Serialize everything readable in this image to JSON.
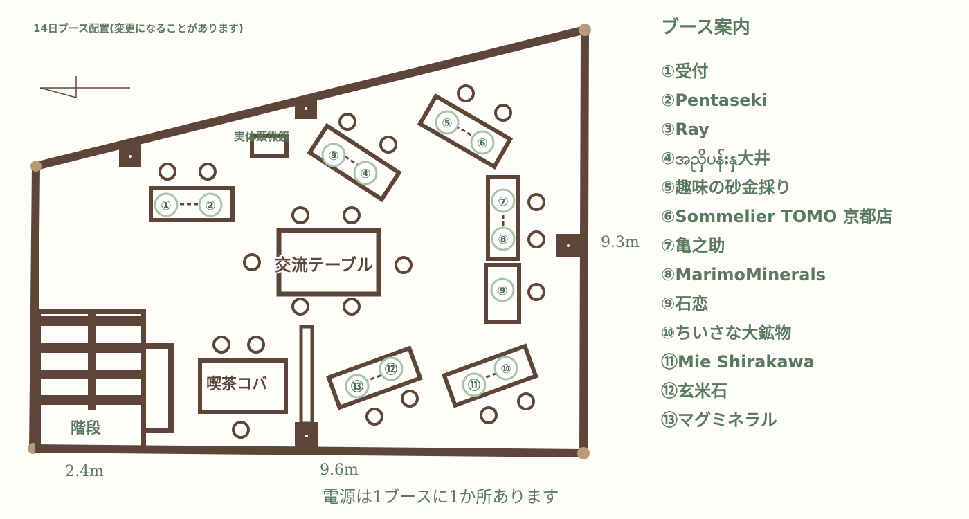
{
  "page_title": "14日ブース配置(変更になることがあります)",
  "guide": {
    "title": "ブース案内",
    "items": [
      {
        "num": "①",
        "name": "受付"
      },
      {
        "num": "②",
        "name": "Pentaseki"
      },
      {
        "num": "③",
        "name": "Ray"
      },
      {
        "num": "④",
        "name": "အညှိပန်းနှ大井"
      },
      {
        "num": "⑤",
        "name": "趣味の砂金採り"
      },
      {
        "num": "⑥",
        "name": "Sommelier TOMO 京都店"
      },
      {
        "num": "⑦",
        "name": "亀之助"
      },
      {
        "num": "⑧",
        "name": "MarimoMinerals"
      },
      {
        "num": "⑨",
        "name": "石恋"
      },
      {
        "num": "⑩",
        "name": "ちいさな大鉱物"
      },
      {
        "num": "⑪",
        "name": "Mie Shirakawa"
      },
      {
        "num": "⑫",
        "name": "玄米石"
      },
      {
        "num": "⑬",
        "name": "マグミネラル"
      }
    ]
  },
  "floor": {
    "microscope_label": "実体顕微鏡",
    "exchange_table_label": "交流テーブル",
    "cafe_label": "喫茶コバ",
    "stairs_label": "階段",
    "dim_right": "9.3m",
    "dim_bottom_left": "2.4m",
    "dim_bottom_center": "9.6m",
    "power_note": "電源は1ブースに1か所あります"
  },
  "booths": [
    "①",
    "②",
    "③",
    "④",
    "⑤",
    "⑥",
    "⑦",
    "⑧",
    "⑨",
    "⑩",
    "⑪",
    "⑫",
    "⑬"
  ],
  "colors": {
    "wall": "#5d4637",
    "text": "#5a7a60",
    "pillar": "#b89a7a"
  }
}
